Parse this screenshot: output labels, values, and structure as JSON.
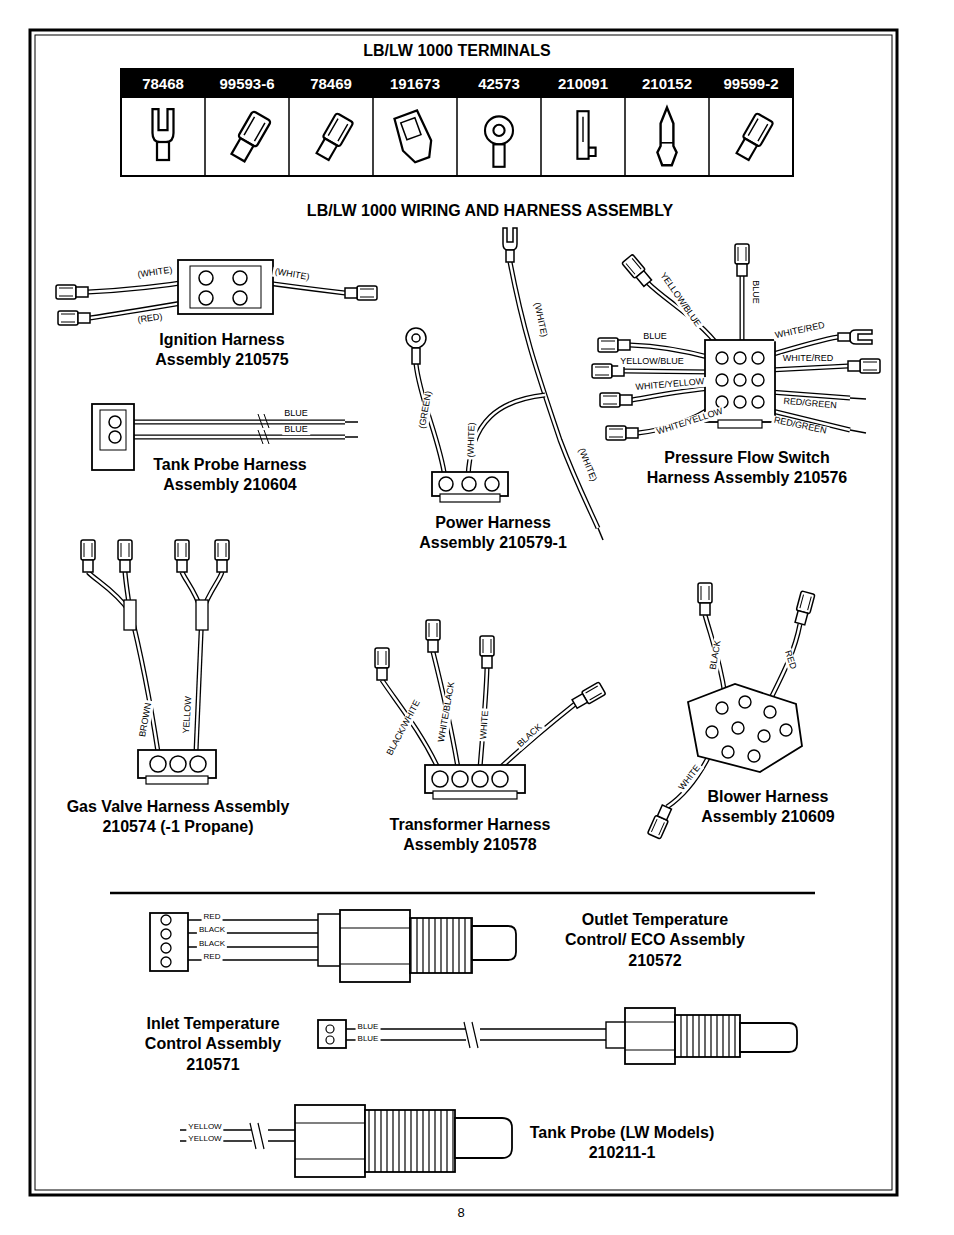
{
  "diagram": {
    "title": "LB/LW 1000 WIRING AND HARNESS ASSEMBLY",
    "nodes": [
      {
        "text": [
          "LB/LW 1000 TERMINALS"
        ]
      },
      {
        "text": [
          "78468"
        ],
        "in": 0
      },
      {
        "text": [
          "99593-6"
        ],
        "in": 0
      },
      {
        "text": [
          "78469"
        ],
        "in": 0
      },
      {
        "text": [
          "191673"
        ],
        "in": 0
      },
      {
        "text": [
          "42573"
        ],
        "in": 0
      },
      {
        "text": [
          "210091"
        ],
        "in": 0
      },
      {
        "text": [
          "210152"
        ],
        "in": 0
      },
      {
        "text": [
          "99599-2"
        ],
        "in": 0
      }
    ],
    "labels": [
      "(WHITE)",
      "(WHITE)",
      "(RED)",
      "Ignition Harness Assembly 210575",
      "BLUE",
      "BLUE",
      "Tank Probe Harness Assembly 210604",
      "(GREEN)",
      "(WHITE)",
      "(WHITE)",
      "(WHITE)",
      "Power Harness Assembly 210579-1",
      "YELLOW/BLUE",
      "BLUE",
      "BLUE",
      "YELLOW/BLUE",
      "WHITE/YELLOW",
      "WHITE/YELLOW",
      "WHITE/RED",
      "WHITE/RED",
      "RED/GREEN",
      "RED/GREEN",
      "Pressure Flow Switch Harness Assembly 210576",
      "BROWN",
      "YELLOW",
      "Gas Valve Harness Assembly 210574 (-1 Propane)",
      "BLACK/WHITE",
      "WHITE/BLACK",
      "WHITE",
      "BLACK",
      "Transformer Harness Assembly 210578",
      "BLACK",
      "RED",
      "WHITE",
      "Blower Harness Assembly 210609",
      "RED",
      "BLACK",
      "BLACK",
      "RED",
      "Outlet Temperature Control/ ECO Assembly 210572",
      "BLUE",
      "BLUE",
      "Inlet Temperature Control Assembly 210571",
      "YELLOW",
      "YELLOW",
      "Tank Probe (LW Models) 210211-1",
      "8"
    ]
  }
}
